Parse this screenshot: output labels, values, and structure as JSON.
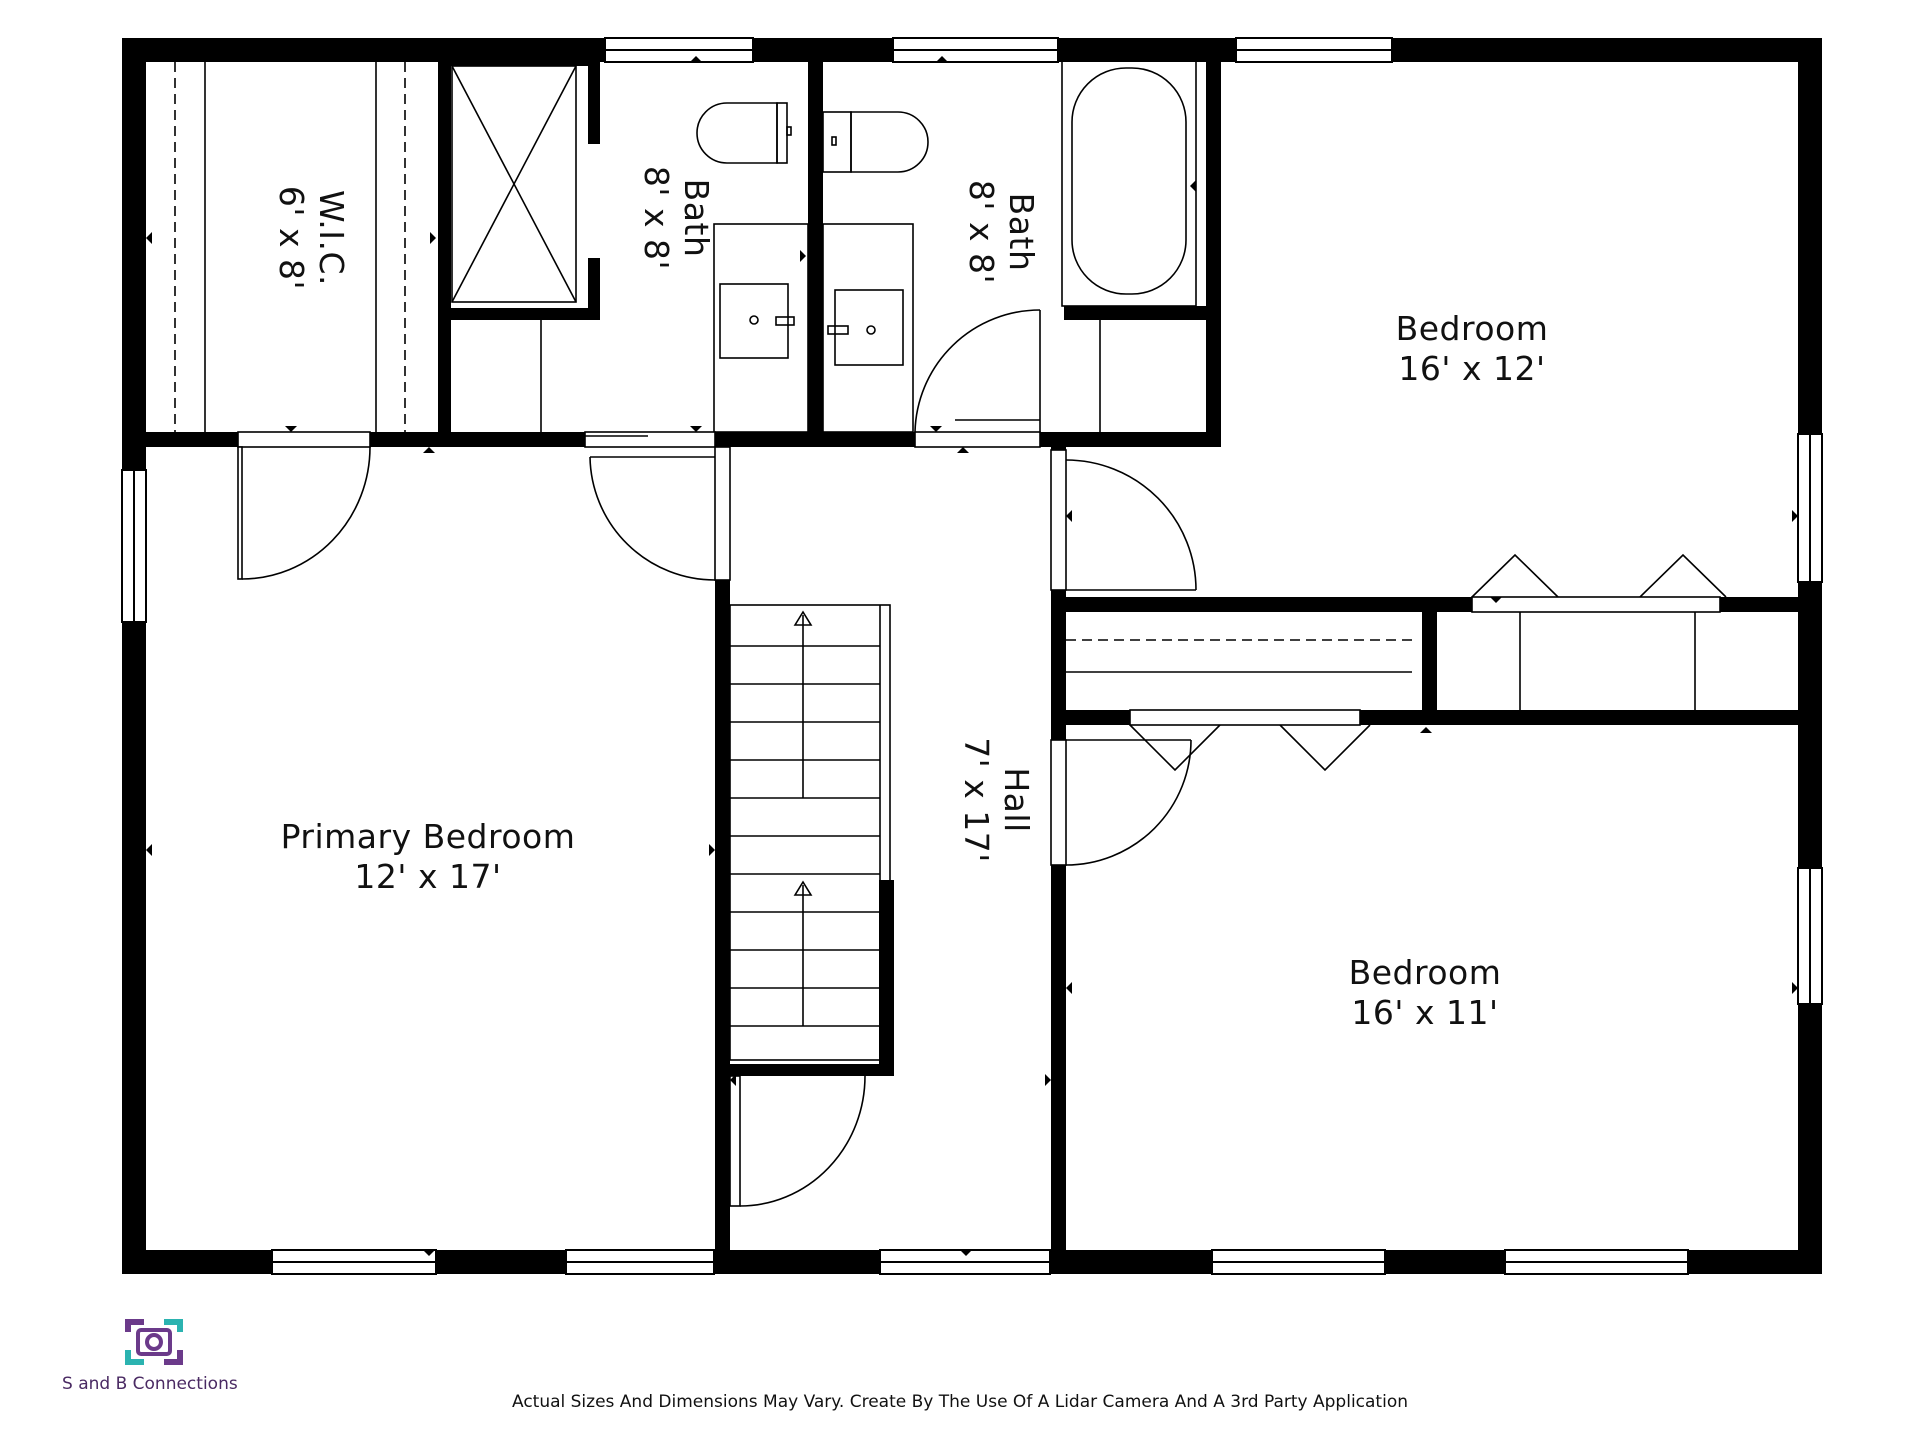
{
  "rooms": {
    "wic": {
      "name": "W.I.C.",
      "dims": "6' x 8'"
    },
    "bath_1": {
      "name": "Bath",
      "dims": "8' x 8'"
    },
    "bath_2": {
      "name": "Bath",
      "dims": "8' x 8'"
    },
    "bedroom_1": {
      "name": "Bedroom",
      "dims": "16' x 12'"
    },
    "primary_bedroom": {
      "name": "Primary Bedroom",
      "dims": "12' x 17'"
    },
    "hall": {
      "name": "Hall",
      "dims": "7' x 17'"
    },
    "bedroom_2": {
      "name": "Bedroom",
      "dims": "16' x 11'"
    }
  },
  "branding": {
    "logo_icon": "camera-icon",
    "company": "S and B Connections",
    "colors": {
      "wall": "#000000",
      "logo_purple": "#6b3a8a",
      "logo_teal": "#2bb3b0"
    }
  },
  "disclaimer": "Actual Sizes And Dimensions May Vary. Create By The Use Of A Lidar Camera And A 3rd Party Application"
}
